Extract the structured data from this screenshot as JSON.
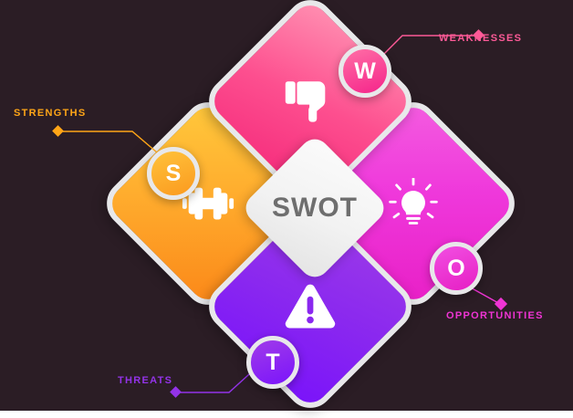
{
  "diagram": {
    "type": "swot-matrix",
    "center": {
      "label": "SWOT",
      "text_color": "#6e6e6e",
      "fill_color": "#f2f2f2"
    },
    "background_color": "#2b1d25",
    "border_color": "#e8e8ea"
  },
  "quadrants": [
    {
      "key": "strengths",
      "badge_letter": "S",
      "callout_label": "STRENGTHS",
      "icon": "dumbbell-icon",
      "accent_color": "#ffa617",
      "gradient_from": "#ffc93c",
      "gradient_to": "#fb8718",
      "position": "left"
    },
    {
      "key": "weaknesses",
      "badge_letter": "W",
      "callout_label": "WEAKNESSES",
      "icon": "thumbs-down-icon",
      "accent_color": "#fd5a97",
      "gradient_from": "#ff8fb1",
      "gradient_to": "#f52a7b",
      "position": "top"
    },
    {
      "key": "opportunities",
      "badge_letter": "O",
      "callout_label": "OPPORTUNITIES",
      "icon": "lightbulb-icon",
      "accent_color": "#ef34d4",
      "gradient_from": "#f45de0",
      "gradient_to": "#e81fc6",
      "position": "right"
    },
    {
      "key": "threats",
      "badge_letter": "T",
      "callout_label": "THREATS",
      "icon": "warning-triangle-icon",
      "accent_color": "#9333e8",
      "gradient_from": "#9b3ae8",
      "gradient_to": "#7a13fa",
      "position": "bottom"
    }
  ]
}
